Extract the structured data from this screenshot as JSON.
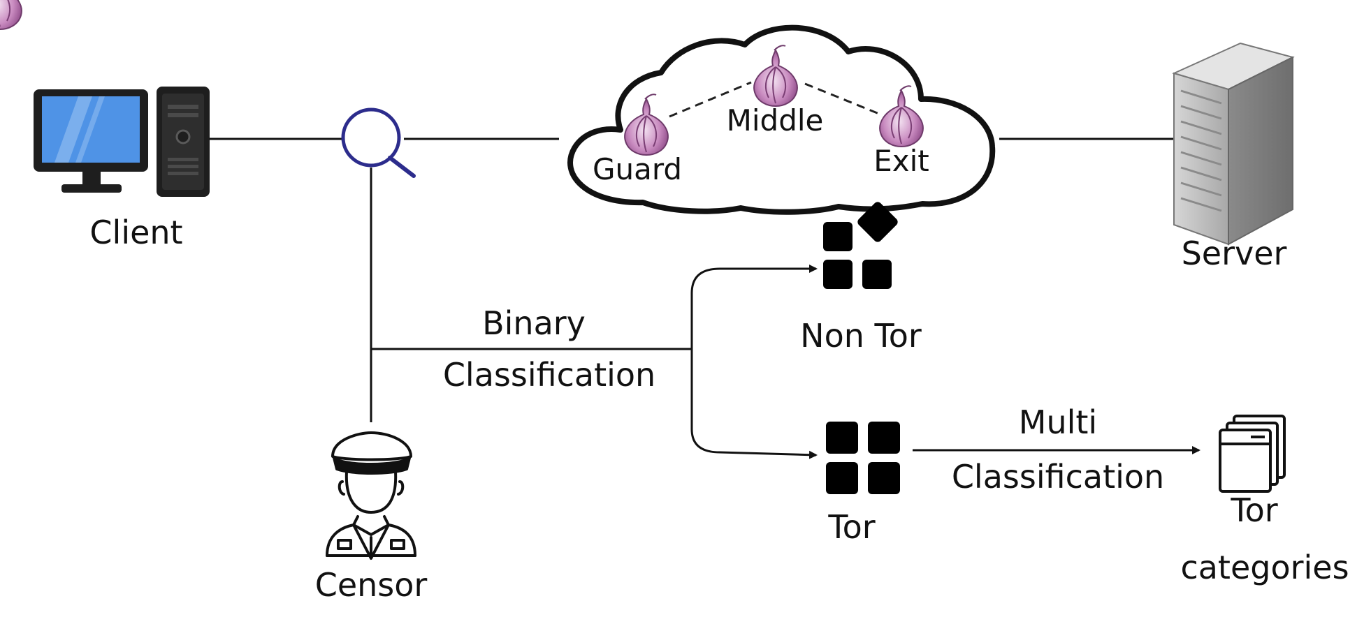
{
  "nodes": {
    "client": "Client",
    "server": "Server",
    "censor": "Censor",
    "guard": "Guard",
    "middle": "Middle",
    "exit": "Exit",
    "non_tor": "Non Tor",
    "tor": "Tor",
    "tor_categories_line1": "Tor",
    "tor_categories_line2": "categories"
  },
  "edges": {
    "binary_line1": "Binary",
    "binary_line2": "Classification",
    "multi_line1": "Multi",
    "multi_line2": "Classification"
  },
  "icons": {
    "client": "desktop-computer-icon",
    "server": "server-rack-icon",
    "censor": "officer-icon",
    "relay": "tor-onion-icon",
    "monitor": "magnifier-icon",
    "non_tor": "app-grid-icon",
    "tor": "app-grid-icon",
    "categories": "stacked-windows-icon"
  },
  "colors": {
    "screen_blue": "#4f93e6",
    "onion_purple": "#b06aa8",
    "magnifier_blue": "#2c2c8c",
    "line": "#111111"
  }
}
